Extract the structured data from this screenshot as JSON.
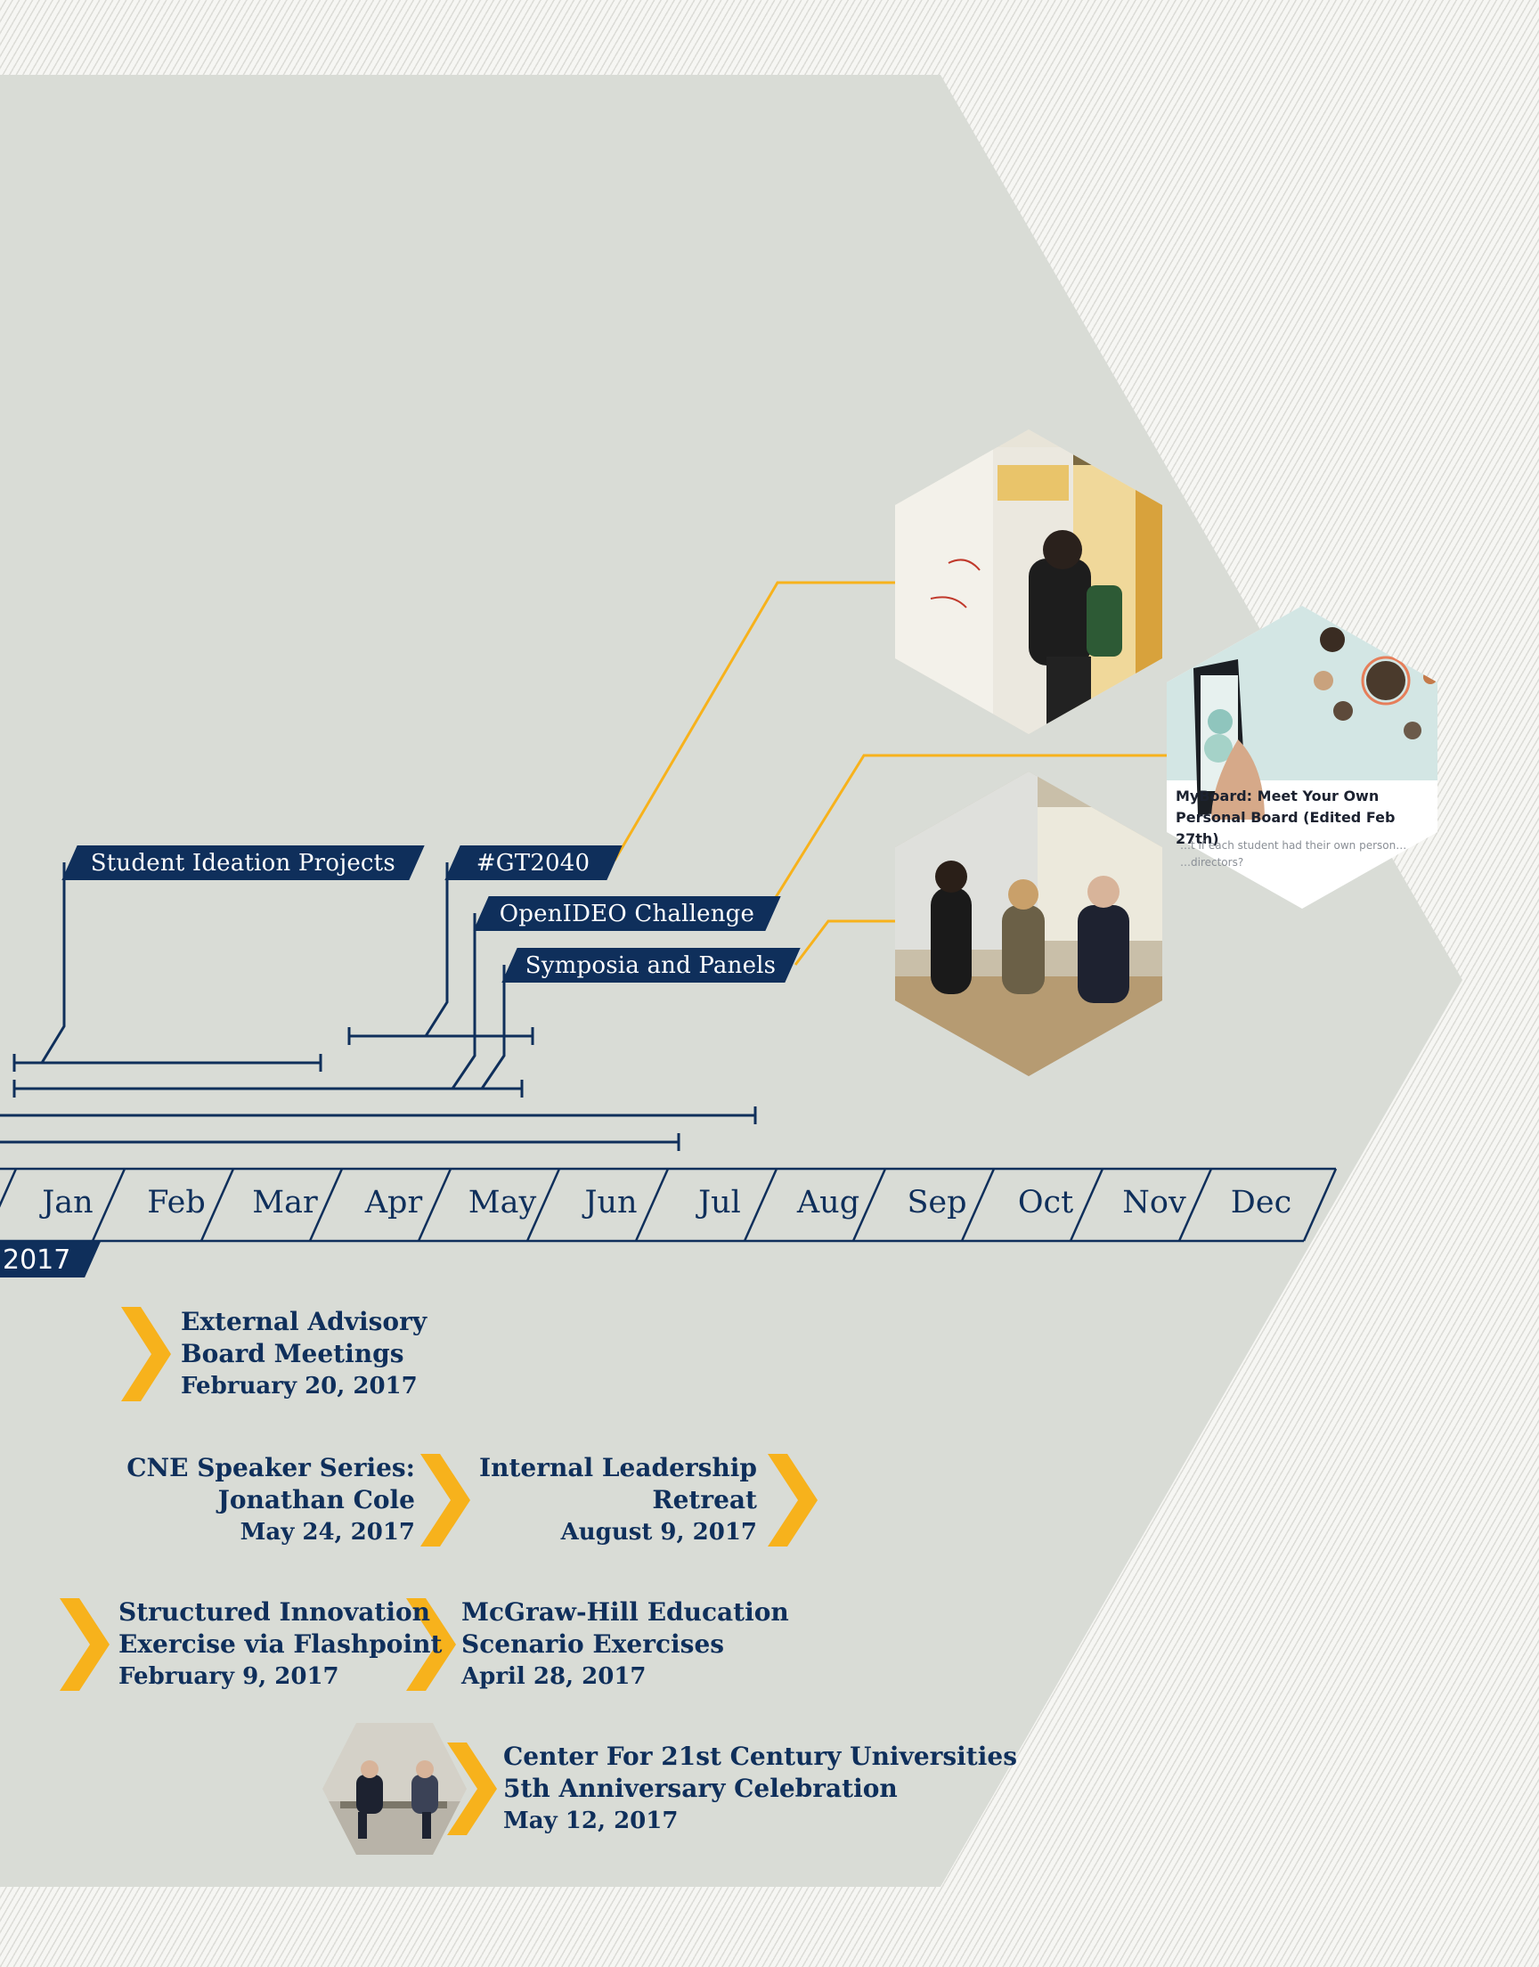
{
  "projects": [
    {
      "label": "Student Ideation Projects"
    },
    {
      "label": "#GT2040"
    },
    {
      "label": "OpenIDEO Challenge"
    },
    {
      "label": "Symposia and Panels"
    }
  ],
  "timeline": {
    "months": [
      "Jan",
      "Feb",
      "Mar",
      "Apr",
      "May",
      "Jun",
      "Jul",
      "Aug",
      "Sep",
      "Oct",
      "Nov",
      "Dec"
    ],
    "year": "2017"
  },
  "events": [
    {
      "lines": [
        "External Advisory",
        "Board Meetings"
      ],
      "date": "February 20, 2017"
    },
    {
      "lines": [
        "CNE Speaker Series:",
        "Jonathan Cole"
      ],
      "date": "May 24, 2017"
    },
    {
      "lines": [
        "Internal Leadership",
        "Retreat"
      ],
      "date": "August 9, 2017"
    },
    {
      "lines": [
        "Structured Innovation",
        "Exercise via Flashpoint"
      ],
      "date": "February 9, 2017"
    },
    {
      "lines": [
        "McGraw-Hill Education",
        "Scenario Exercises"
      ],
      "date": "April 28, 2017"
    },
    {
      "lines": [
        "Center For 21st Century Universities",
        "5th Anniversary Celebration"
      ],
      "date": "May 12, 2017"
    }
  ],
  "myboard": {
    "title": "MyBoard: Meet Your Own Personal Board (Edited Feb 27th)",
    "subtitle": "…t if each student had their own person… …directors?"
  },
  "colors": {
    "navy": "#0f2f5b",
    "gold": "#f7b21c",
    "panel": "#d9dcd6"
  }
}
